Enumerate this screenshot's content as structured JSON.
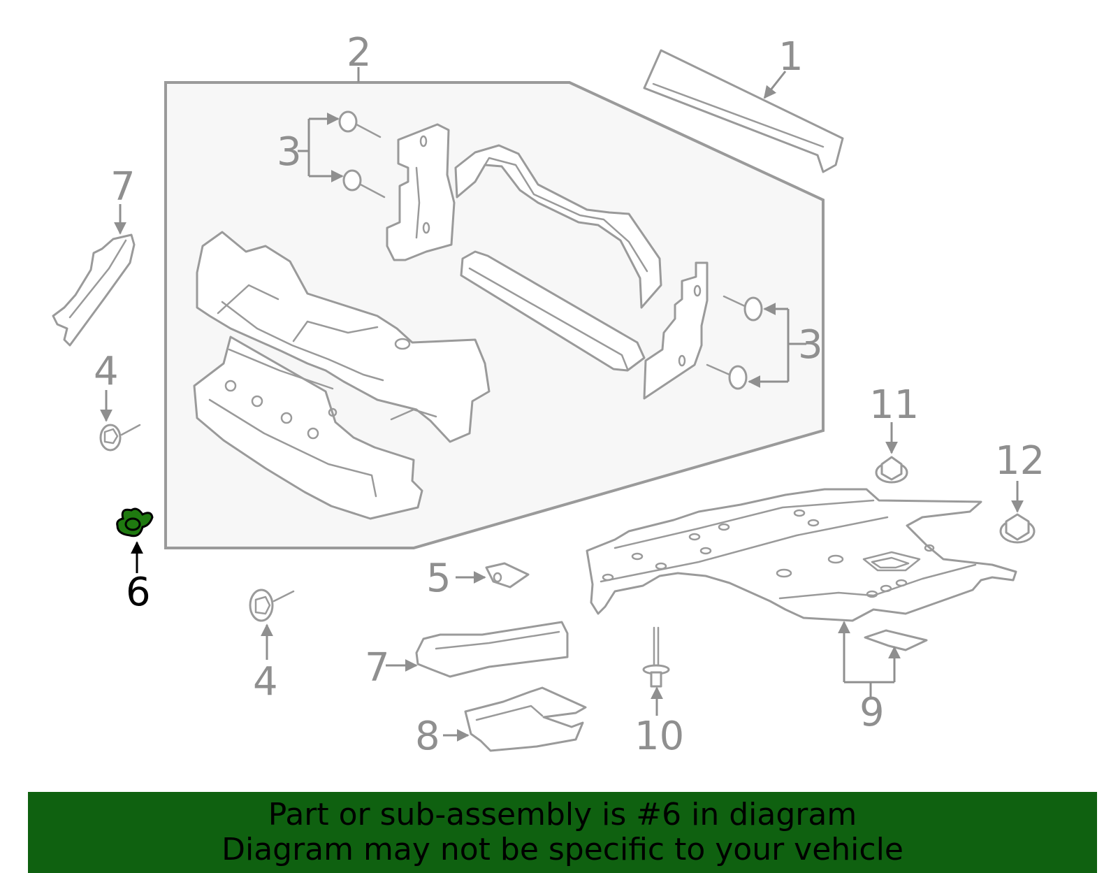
{
  "diagram": {
    "callouts": {
      "c1": "1",
      "c2": "2",
      "c3a": "3",
      "c3b": "3",
      "c4a": "4",
      "c4b": "4",
      "c5": "5",
      "c6": "6",
      "c7a": "7",
      "c7b": "7",
      "c8": "8",
      "c9": "9",
      "c10": "10",
      "c11": "11",
      "c12": "12"
    },
    "highlighted_part": "6",
    "colors": {
      "highlight": "#0f6110",
      "part_fill": "#1f7a10",
      "line": "#8f8f8f"
    }
  },
  "banner": {
    "line1": "Part or sub-assembly is #6 in diagram",
    "line2": "Diagram may not be specific to your vehicle"
  }
}
